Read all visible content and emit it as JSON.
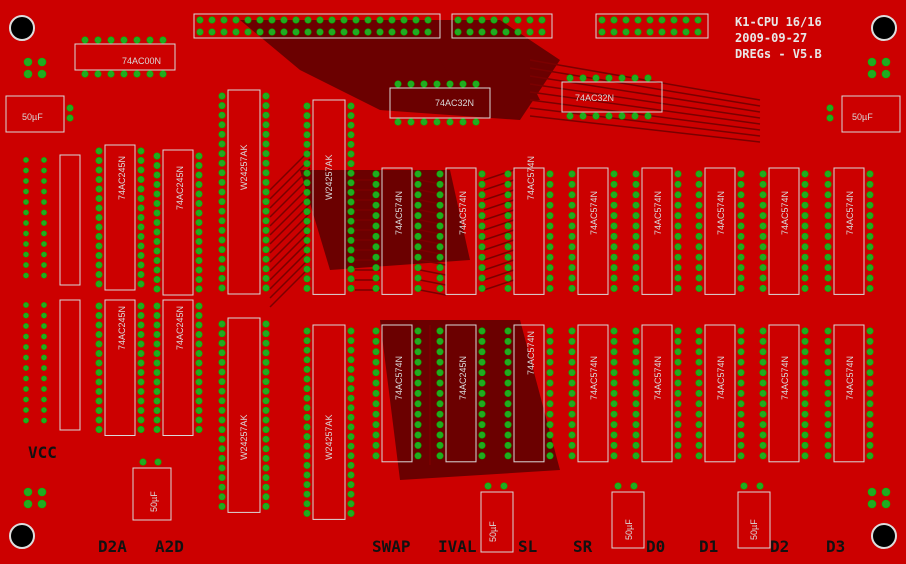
{
  "title": {
    "line1": "K1-CPU 16/16",
    "line2": "2009-09-27",
    "line3": "DREGs - V5.B"
  },
  "labels": {
    "vcc": "VCC",
    "d2a": "D2A",
    "a2d": "A2D",
    "swap": "SWAP",
    "ival": "IVAL",
    "sl": "SL",
    "sr": "SR",
    "d0": "D0",
    "d1": "D1",
    "d2": "D2",
    "d3": "D3"
  },
  "cap_label": "50µF",
  "chips": {
    "c00": "74AC00N",
    "c32a": "74AC32N",
    "c32b": "74AC32N",
    "t245a": "74AC245N",
    "t245b": "74AC245N",
    "t245c": "74AC245N",
    "t245d": "74AC245N",
    "t245e": "74AC245N",
    "m257a": "W24257AK",
    "m257b": "W24257AK",
    "m257c": "W24257AK",
    "m257d": "W24257AK",
    "r574": "74AC574N",
    "r574e": "74AC574N"
  },
  "colors": {
    "board": "#cc0000",
    "copper_dark": "#6b0000",
    "pad": "#22aa22",
    "silk": "#d9d9d9"
  }
}
